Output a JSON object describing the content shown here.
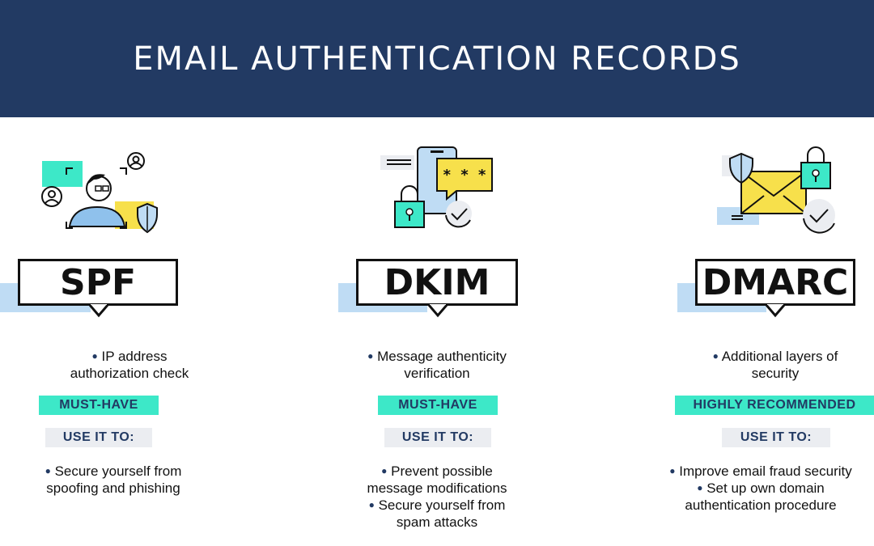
{
  "header": {
    "title": "EMAIL AUTHENTICATION RECORDS"
  },
  "colors": {
    "navy": "#223a63",
    "teal": "#3de8c8",
    "light_blue": "#bfdcf4",
    "yellow": "#f7e04b",
    "gray": "#ebedf1"
  },
  "columns": [
    {
      "name": "SPF",
      "description": [
        "IP address",
        "authorization check"
      ],
      "tag": "MUST-HAVE",
      "use_label": "USE IT TO:",
      "uses": [
        [
          "Secure yourself from",
          "spoofing and phishing"
        ]
      ]
    },
    {
      "name": "DKIM",
      "description": [
        "Message authenticity",
        "verification"
      ],
      "tag": "MUST-HAVE",
      "use_label": "USE IT TO:",
      "uses": [
        [
          "Prevent possible",
          "message modifications"
        ],
        [
          "Secure yourself from",
          "spam attacks"
        ]
      ]
    },
    {
      "name": "DMARC",
      "description": [
        "Additional layers of",
        "security"
      ],
      "tag": "HIGHLY RECOMMENDED",
      "use_label": "USE IT TO:",
      "uses": [
        [
          "Improve email fraud security"
        ],
        [
          "Set up own domain",
          "authentication procedure"
        ]
      ]
    }
  ],
  "icons": {
    "spf": [
      "person-icon",
      "user-circle-icon",
      "shield-icon"
    ],
    "dkim": [
      "phone-icon",
      "password-bubble-icon",
      "lock-icon",
      "check-icon"
    ],
    "dmarc": [
      "envelope-icon",
      "shield-icon",
      "lock-icon",
      "check-icon"
    ]
  },
  "password_mask": "* * *"
}
